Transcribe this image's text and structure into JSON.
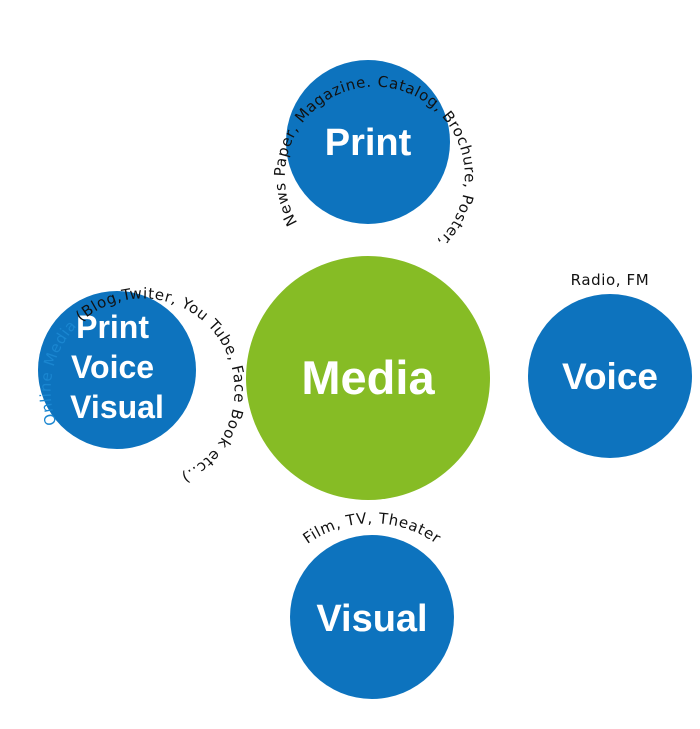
{
  "colors": {
    "center": "#86bc25",
    "node": "#0d73be",
    "accent_text": "#1a86d0",
    "text": "#111111"
  },
  "center": {
    "label": "Media"
  },
  "nodes": {
    "print": {
      "label": "Print",
      "caption": "News Paper, Magazine. Catalog, Brochure, Poster, Hordings."
    },
    "voice": {
      "label": "Voice",
      "caption": "Radio, FM"
    },
    "visual": {
      "label": "Visual",
      "caption": "Film, TV, Theater"
    },
    "online": {
      "label_lines": [
        "Print",
        "Voice",
        "Visual"
      ],
      "caption_highlight": "Online Media",
      "caption_rest": " (Blog,Twiter, You Tube, Face Book etc..)"
    }
  }
}
